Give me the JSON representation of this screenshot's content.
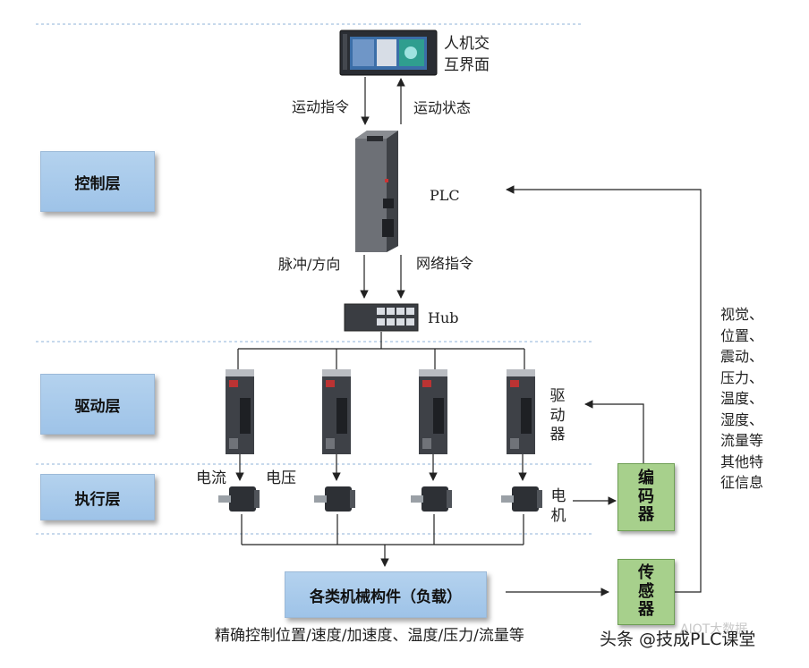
{
  "layers": {
    "control": "控制层",
    "drive": "驱动层",
    "execution": "执行层"
  },
  "hmi_label_line1": "人机交",
  "hmi_label_line2": "互界面",
  "arrows": {
    "motion_command": "运动指令",
    "motion_status": "运动状态",
    "pulse_direction": "脉冲/方向",
    "network_command": "网络指令"
  },
  "plc_label": "PLC",
  "hub_label": "Hub",
  "driver_label": [
    "驱",
    "动",
    "器"
  ],
  "current_label": "电流",
  "voltage_label": "电压",
  "motor_label": [
    "电",
    "机"
  ],
  "encoder_label": [
    "编",
    "码",
    "器"
  ],
  "sensor_label": [
    "传",
    "感",
    "器"
  ],
  "feedback_lines": [
    "视觉、",
    "位置、",
    "震动、",
    "压力、",
    "温度、",
    "湿度、",
    "流量等",
    "其他特",
    "征信息"
  ],
  "load_label": "各类机械构件（负载）",
  "control_targets": "精确控制位置/速度/加速度、温度/压力/流量等",
  "watermark": "头条 @技成PLC课堂",
  "watermark_faint": "AIOT大数据",
  "colors": {
    "layer_box": "#9ec3e8",
    "green_box": "#a7d08c",
    "dashed_line": "#8fb3d9"
  }
}
